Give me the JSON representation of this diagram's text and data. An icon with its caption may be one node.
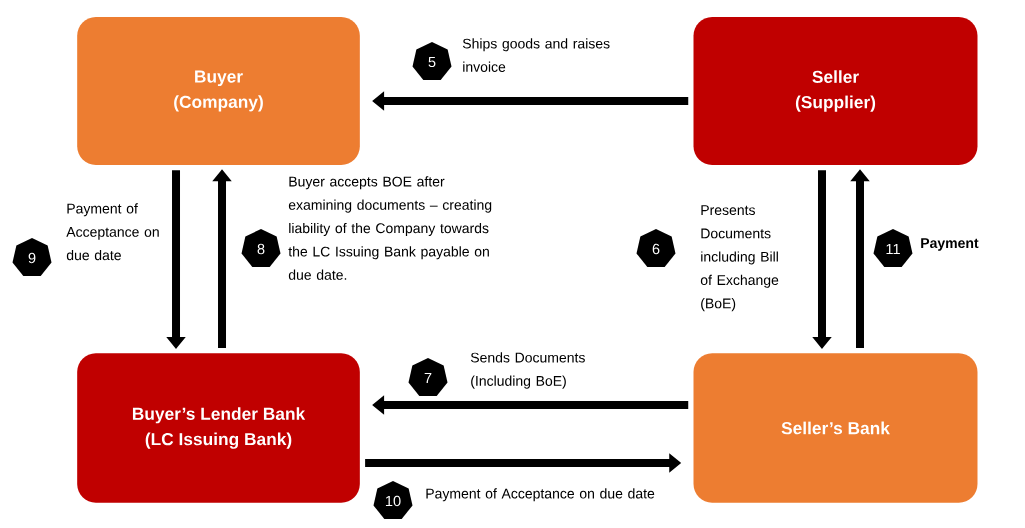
{
  "diagram": {
    "nodes": [
      {
        "text": [
          "Buyer",
          "(Company)"
        ]
      },
      {
        "text": [
          "Seller",
          "(Supplier)"
        ]
      },
      {
        "text": [
          "Buyer’s Lender Bank",
          "(LC Issuing Bank)"
        ]
      },
      {
        "text": [
          "Seller’s Bank"
        ]
      }
    ],
    "edges": [
      {
        "from": 1,
        "to": 0,
        "arrow": "to",
        "label": "Ships goods and raises invoice"
      },
      {
        "from": 0,
        "to": 2,
        "arrow": "to",
        "label": "Payment of Acceptance on due date"
      },
      {
        "from": 2,
        "to": 0,
        "arrow": "to",
        "label": "Buyer accepts BOE after examining documents – creating liability of the Company towards the LC Issuing Bank payable on due date."
      },
      {
        "from": 1,
        "to": 3,
        "arrow": "to",
        "label": "Presents Documents including Bill of Exchange (BoE)"
      },
      {
        "from": 3,
        "to": 1,
        "arrow": "to",
        "label": "Payment"
      },
      {
        "from": 3,
        "to": 2,
        "arrow": "to",
        "label": "Sends Documents (Including BoE)"
      },
      {
        "from": 2,
        "to": 3,
        "arrow": "to",
        "label": "Payment of Acceptance on due date"
      }
    ],
    "labels": [
      "5",
      "9",
      "8",
      "6",
      "11",
      "7",
      "10"
    ]
  }
}
